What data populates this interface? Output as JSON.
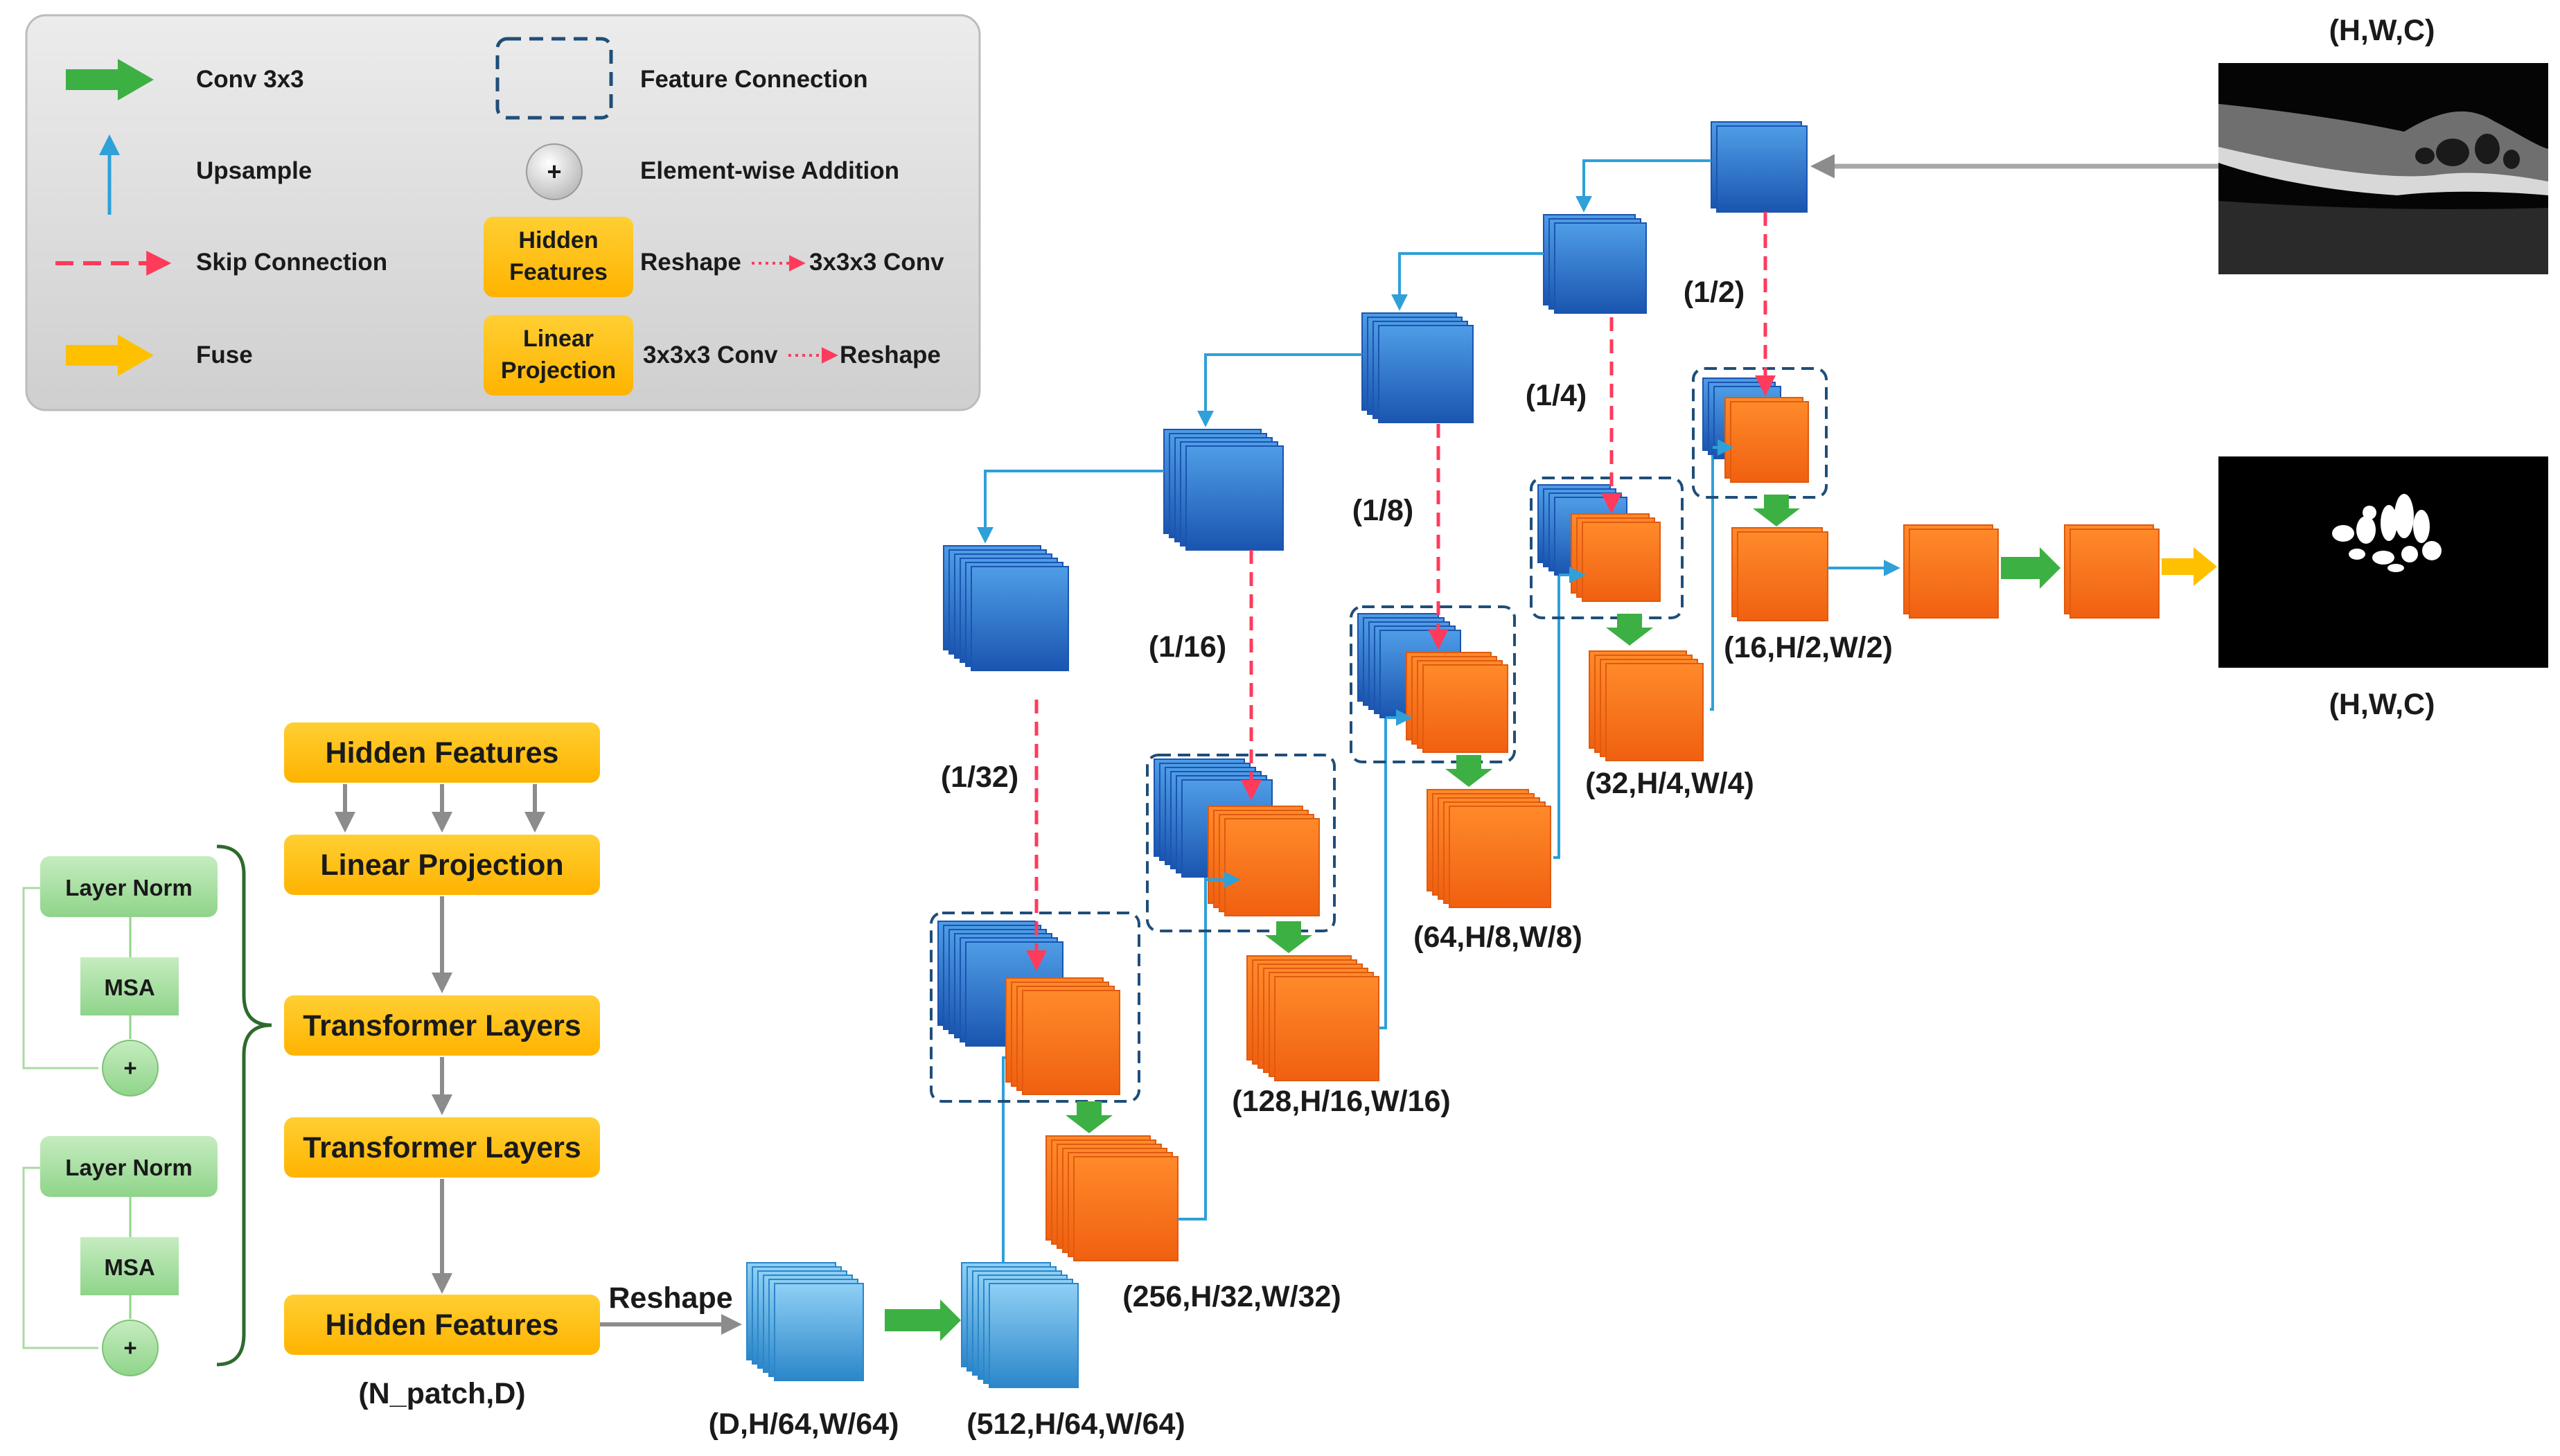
{
  "legend": {
    "conv": "Conv 3x3",
    "feature_connection": "Feature Connection",
    "upsample": "Upsample",
    "element_wise_addition": "Element-wise Addition",
    "skip_connection": "Skip Connection",
    "hidden_features_box": [
      "Hidden",
      "Features"
    ],
    "reshape_a": "Reshape",
    "conv3d_a": "3x3x3 Conv",
    "fuse": "Fuse",
    "linear_projection_box": [
      "Linear",
      "Projection"
    ],
    "conv3d_b": "3x3x3 Conv",
    "reshape_b": "Reshape",
    "plus": "+"
  },
  "transformer": {
    "hidden_features_top": "Hidden Features",
    "linear_projection": "Linear Projection",
    "transformer_layers_1": "Transformer Layers",
    "transformer_layers_2": "Transformer Layers",
    "hidden_features_bottom": "Hidden Features",
    "n_patch_label": "(N_patch,D)",
    "reshape": "Reshape",
    "layer_norm_1": "Layer Norm",
    "msa_1": "MSA",
    "layer_norm_2": "Layer Norm",
    "msa_2": "MSA",
    "plus": "+"
  },
  "dims": {
    "d_64": "(D,H/64,W/64)",
    "c512": "(512,H/64,W/64)",
    "c256": "(256,H/32,W/32)",
    "c128": "(128,H/16,W/16)",
    "c64": "(64,H/8,W/8)",
    "c32": "(32,H/4,W/4)",
    "c16": "(16,H/2,W/2)"
  },
  "scales": {
    "s2": "(1/2)",
    "s4": "(1/4)",
    "s8": "(1/8)",
    "s16": "(1/16)",
    "s32": "(1/32)"
  },
  "images": {
    "input_label": "(H,W,C)",
    "output_label": "(H,W,C)"
  },
  "colors": {
    "blue_dark": "#1a5fb4",
    "blue_light": "#5aa9e8",
    "orange": "#ff7a1a",
    "orange_dark": "#f05a0a",
    "box_yellow": "#ffc000",
    "green_arrow": "#3cb043",
    "skip_red": "#ff3b5c",
    "upsample_blue": "#2fa0d8",
    "gray": "#8c8c8c",
    "legend_bg": "#dcdcdc"
  }
}
